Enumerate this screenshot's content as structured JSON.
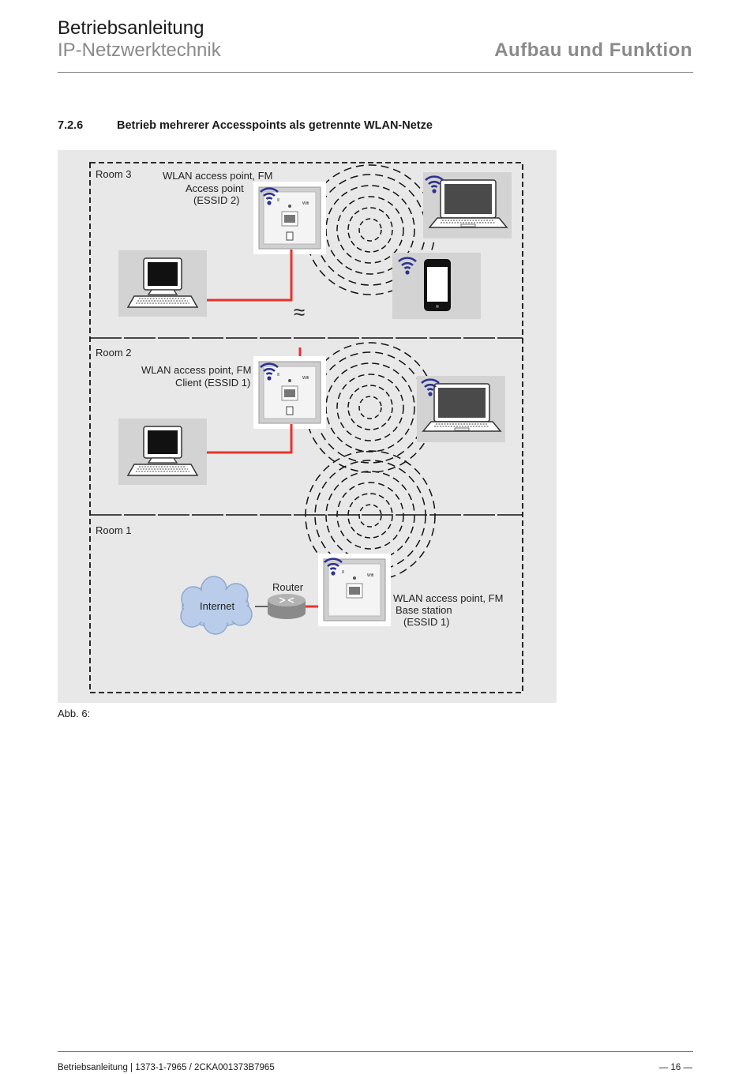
{
  "header": {
    "title": "Betriebsanleitung",
    "subtitle": "IP-Netzwerktechnik",
    "section_title": "Aufbau und Funktion"
  },
  "section": {
    "number": "7.2.6",
    "title": "Betrieb mehrerer Accesspoints als getrennte WLAN-Netze"
  },
  "diagram": {
    "room3": {
      "label": "Room 3",
      "ap_label_1": "WLAN access point, FM",
      "ap_label_2": "Access point",
      "ap_label_3": "(ESSID 2)"
    },
    "room2": {
      "label": "Room 2",
      "ap_label_1": "WLAN access point, FM",
      "ap_label_2": "Client (ESSID 1)"
    },
    "room1": {
      "label": "Room 1",
      "internet_label": "Internet",
      "router_label": "Router",
      "ap_label_1": "WLAN access point, FM",
      "ap_label_2": "Base station",
      "ap_label_3": "(ESSID 1)"
    },
    "device_brand": "Wifi",
    "link_break_symbol": "≈",
    "colors": {
      "cable": "#e8322b",
      "wifi": "#2e3192",
      "background": "#e8e8e8",
      "tile": "#d3d3d3"
    }
  },
  "caption": "Abb. 6:",
  "footer": {
    "left": "Betriebsanleitung | 1373-1-7965 / 2CKA001373B7965",
    "right": "— 16 —"
  }
}
